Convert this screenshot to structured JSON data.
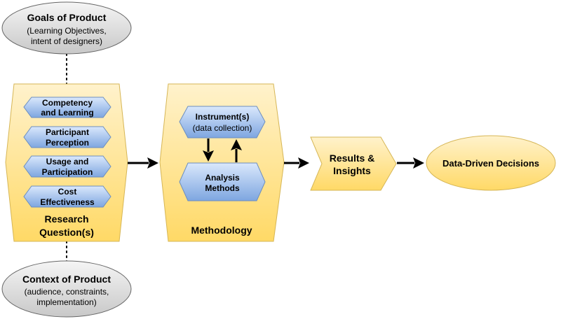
{
  "goals": {
    "title": "Goals of Product",
    "line1": "(Learning Objectives,",
    "line2": "intent of designers)"
  },
  "context": {
    "title": "Context of Product",
    "line1": "(audience, constraints,",
    "line2": "implementation)"
  },
  "research": {
    "title_line1": "Research",
    "title_line2": "Question(s)",
    "items": [
      {
        "line1": "Competency",
        "line2": "and Learning"
      },
      {
        "line1": "Participant",
        "line2": "Perception"
      },
      {
        "line1": "Usage and",
        "line2": "Participation"
      },
      {
        "line1": "Cost",
        "line2": "Effectiveness"
      }
    ]
  },
  "methodology": {
    "title": "Methodology",
    "instrument_line1": "Instrument(s)",
    "instrument_line2": "(data collection)",
    "analysis_line1": "Analysis",
    "analysis_line2": "Methods"
  },
  "results": {
    "line1": "Results &",
    "line2": "Insights"
  },
  "decisions": {
    "label": "Data-Driven Decisions"
  },
  "colors": {
    "panel_top": "#fff2cc",
    "panel_bottom": "#ffd966",
    "panel_stroke": "#d6b656",
    "blue_top": "#dae8fc",
    "blue_bottom": "#7ea6e0",
    "blue_stroke": "#6c8ebf",
    "grey_top": "#f5f5f5",
    "grey_bottom": "#cccccc",
    "grey_stroke": "#666666"
  }
}
